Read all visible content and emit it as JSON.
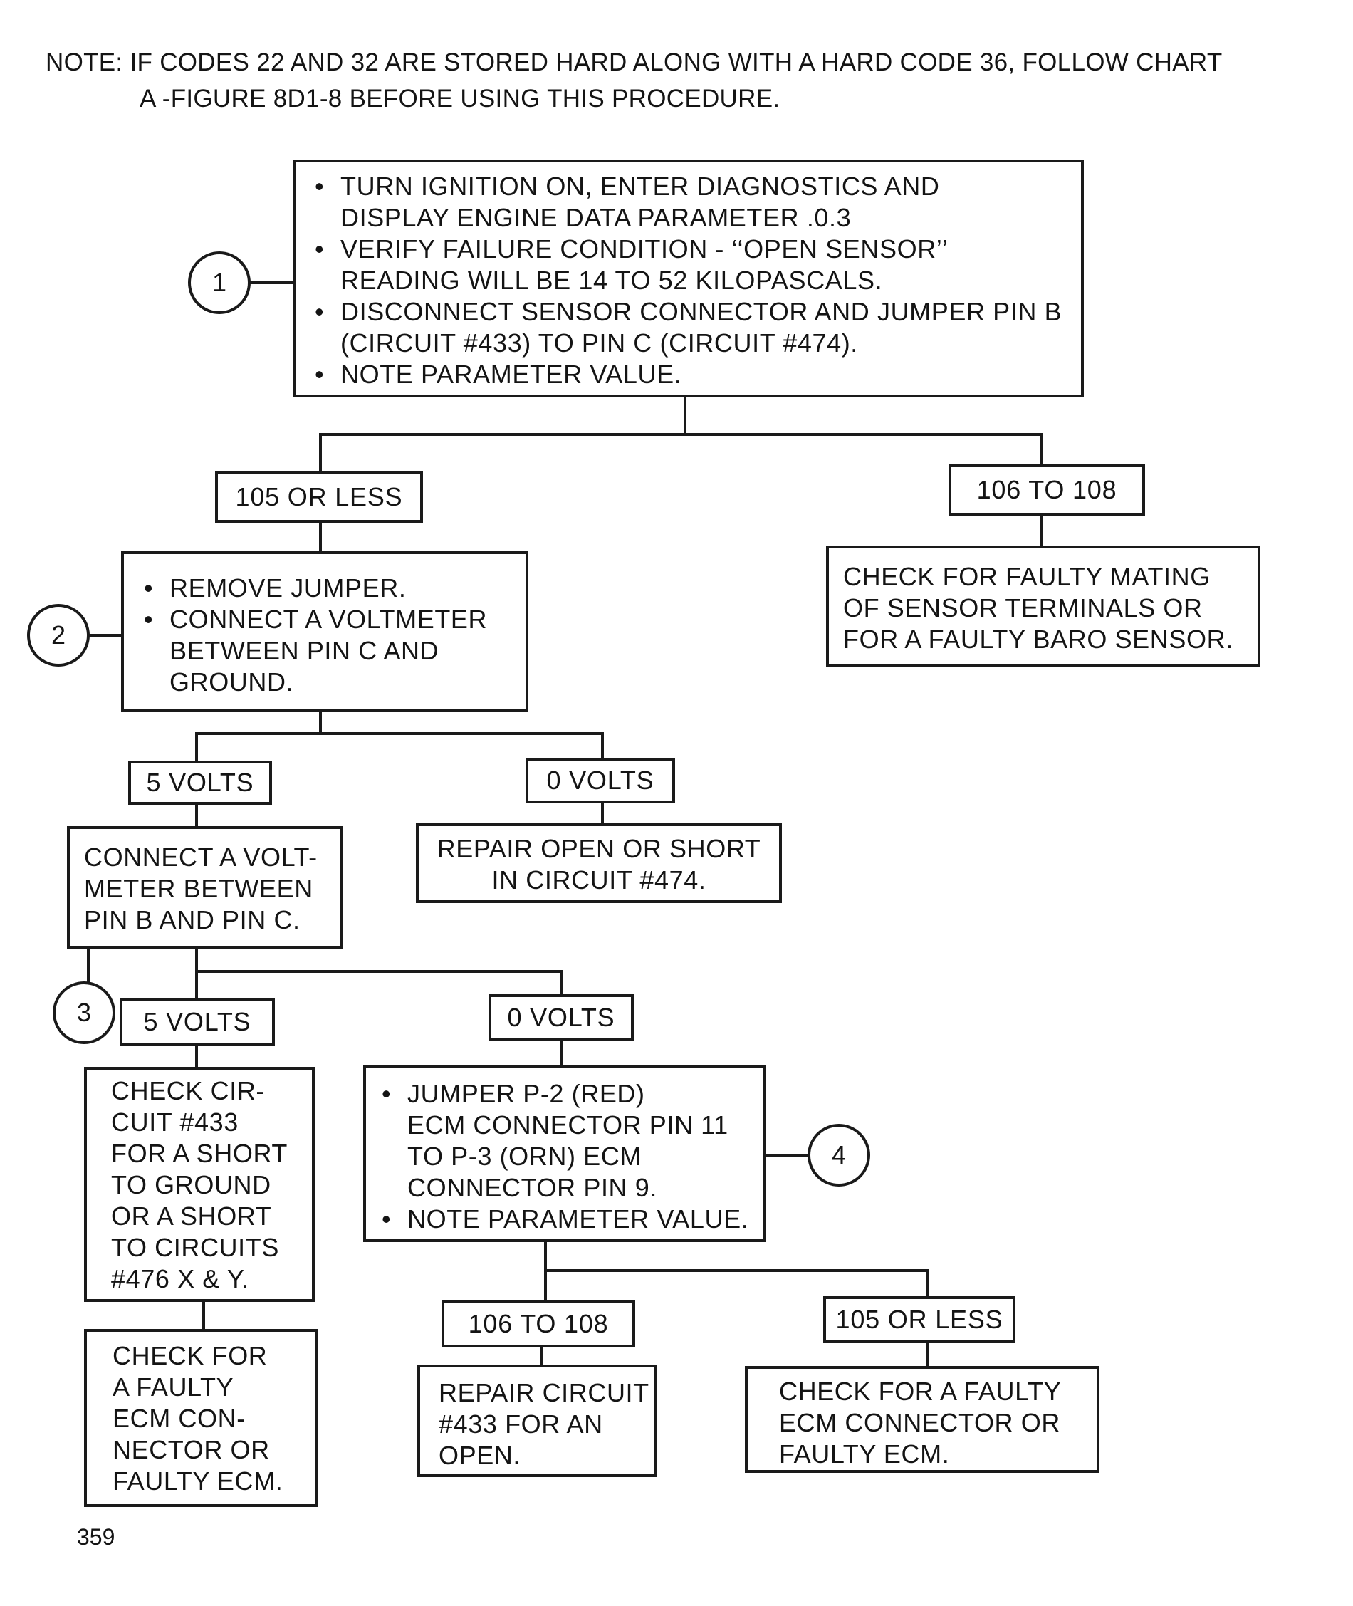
{
  "note": {
    "line1": "NOTE:  IF CODES 22 AND 32 ARE STORED HARD ALONG WITH A HARD CODE 36, FOLLOW CHART",
    "line2": "A -FIGURE 8D1-8 BEFORE USING THIS PROCEDURE."
  },
  "step1": {
    "number": "1",
    "items": [
      "TURN IGNITION ON, ENTER DIAGNOSTICS AND DISPLAY ENGINE DATA PARAMETER .0.3",
      "VERIFY FAILURE CONDITION - ‘‘OPEN SENSOR’’ READING WILL BE 14 TO 52 KILOPASCALS.",
      "DISCONNECT SENSOR CONNECTOR AND JUMPER PIN B (CIRCUIT #433) TO PIN C (CIRCUIT #474).",
      "NOTE PARAMETER VALUE."
    ]
  },
  "branch1": {
    "left_label": "105 OR LESS",
    "right_label": "106 TO 108",
    "right_result": "CHECK FOR FAULTY MATING\nOF SENSOR TERMINALS OR\nFOR A FAULTY BARO SENSOR."
  },
  "step2": {
    "number": "2",
    "items": [
      "REMOVE JUMPER.",
      "CONNECT A VOLTMETER\nBETWEEN PIN C AND\nGROUND."
    ]
  },
  "branch2": {
    "left_label": "5 VOLTS",
    "right_label": "0 VOLTS",
    "right_result": "REPAIR OPEN OR SHORT\nIN CIRCUIT #474."
  },
  "step3": {
    "number": "3",
    "text": "CONNECT A VOLT-\nMETER BETWEEN\nPIN B AND PIN C."
  },
  "branch3": {
    "left_label": "5 VOLTS",
    "right_label": "0 VOLTS",
    "left_result": "CHECK CIR-\nCUIT #433\nFOR A SHORT\nTO GROUND\nOR A SHORT\nTO CIRCUITS\n#476 X & Y.",
    "left_result2": "CHECK FOR\nA FAULTY\nECM CON-\nNECTOR OR\nFAULTY ECM."
  },
  "step4": {
    "number": "4",
    "items": [
      "JUMPER P-2 (RED)\nECM CONNECTOR PIN 11\nTO P-3 (ORN) ECM\nCONNECTOR PIN 9.",
      "NOTE PARAMETER VALUE."
    ]
  },
  "branch4": {
    "left_label": "106 TO 108",
    "right_label": "105 OR LESS",
    "left_result": "REPAIR CIRCUIT\n#433 FOR AN\nOPEN.",
    "right_result": "CHECK FOR A FAULTY\nECM CONNECTOR OR\nFAULTY ECM."
  },
  "page_number": "359"
}
